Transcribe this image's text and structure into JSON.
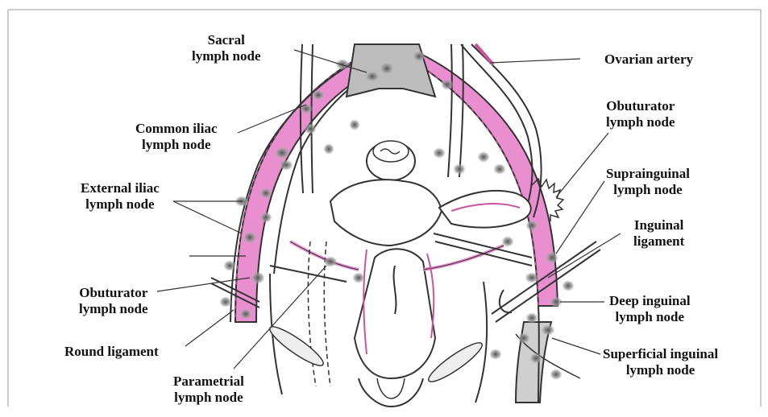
{
  "labels": {
    "sacral": [
      "Sacral",
      "lymph node"
    ],
    "ovarian_artery": "Ovarian artery",
    "obuturator_right": [
      "Obuturator",
      "lymph node"
    ],
    "common_iliac": [
      "Common iliac",
      "lymph node"
    ],
    "suprainguinal": [
      "Suprainguinal",
      "lymph node"
    ],
    "external_iliac": [
      "External iliac",
      "lymph node"
    ],
    "inguinal_ligament": [
      "Inguinal",
      "ligament"
    ],
    "obuturator_left": [
      "Obuturator",
      "lymph node"
    ],
    "deep_inguinal": [
      "Deep inguinal",
      "lymph node"
    ],
    "round_ligament": "Round ligament",
    "superficial_inguinal": [
      "Superficial inguinal",
      "lymph node"
    ],
    "parametrial": [
      "Parametrial",
      "lymph node"
    ]
  },
  "colors": {
    "vessel_pink": "#e98fd0",
    "vessel_dark_pink": "#c9559f",
    "outline": "#333333",
    "lymph_node": "#8a8a8a",
    "grey_tissue": "#bdbdbd"
  }
}
